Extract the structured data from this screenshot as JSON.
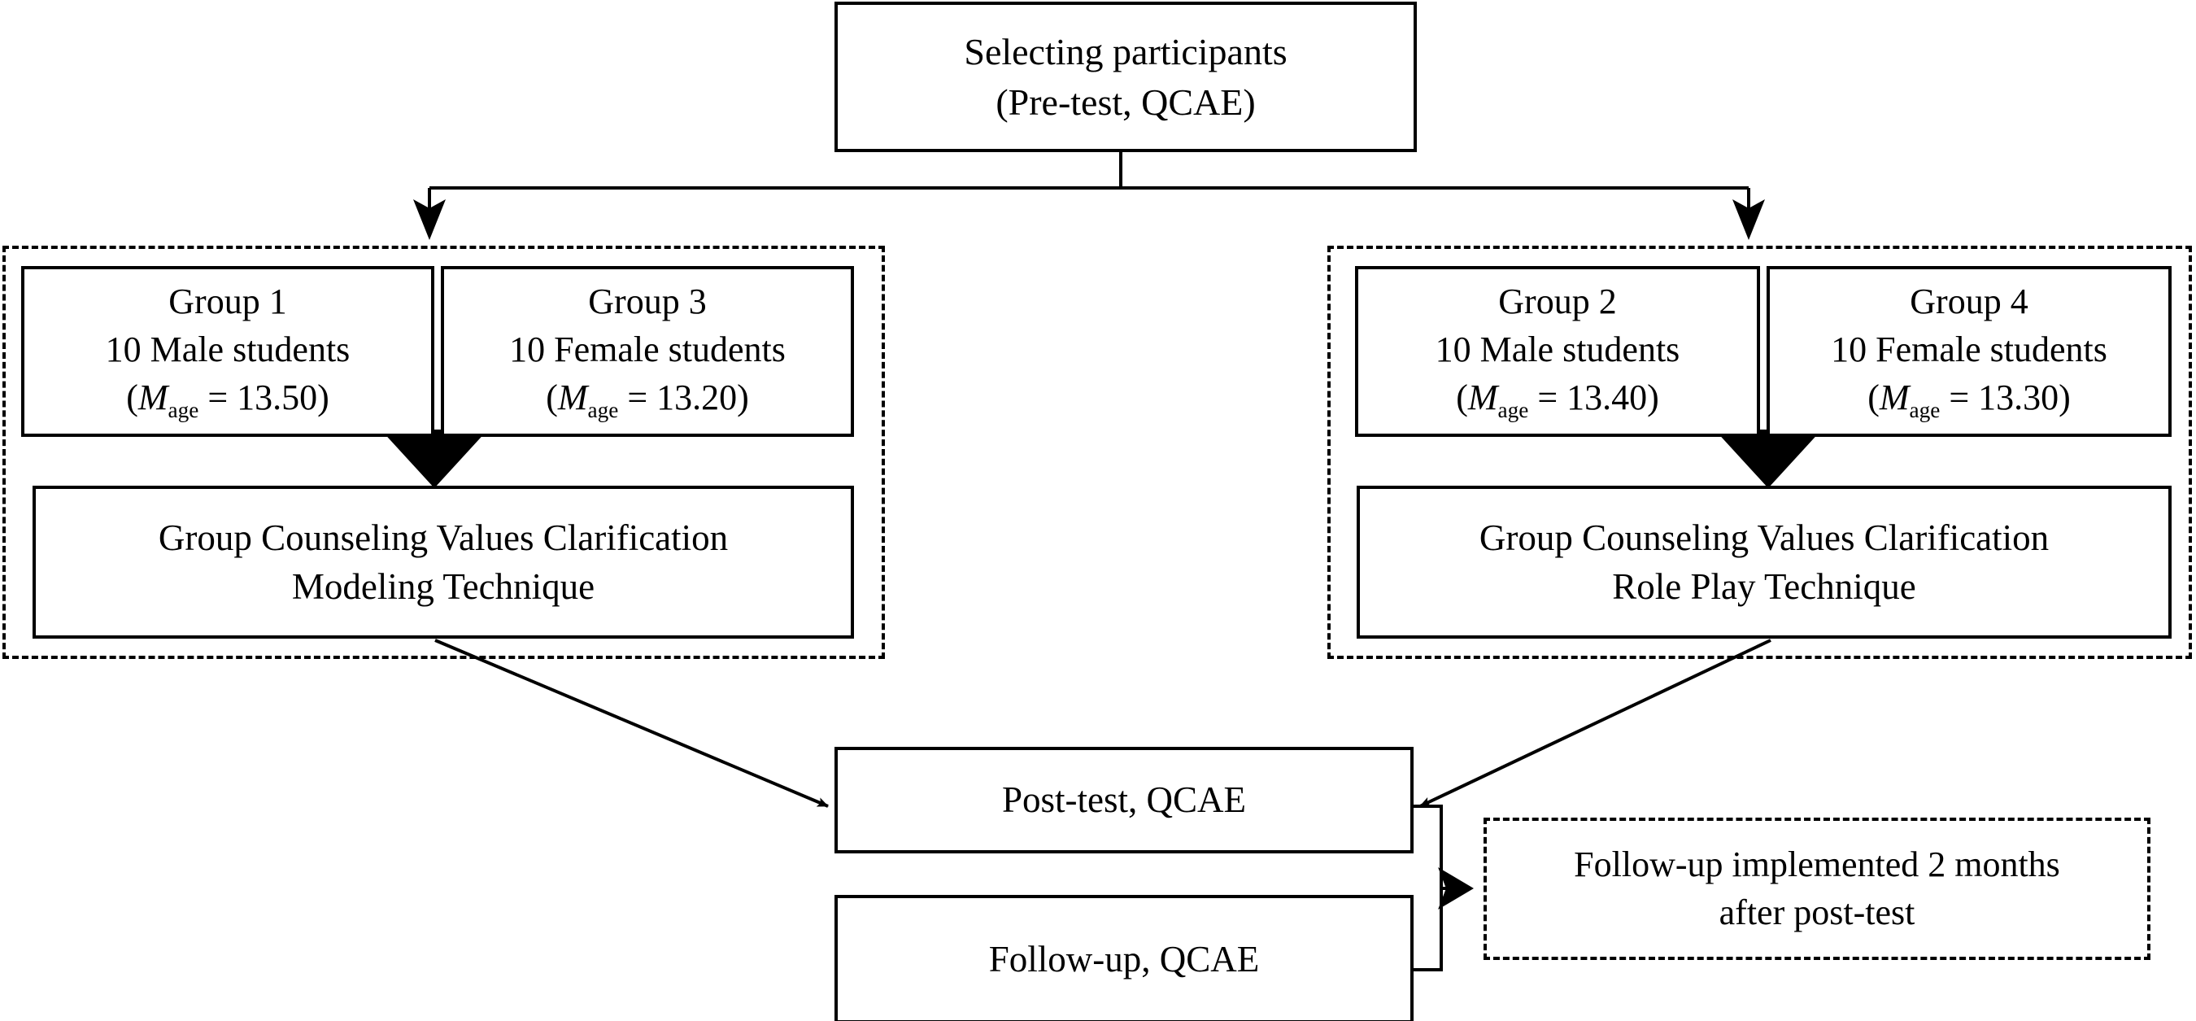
{
  "diagram": {
    "title_node": {
      "line1": "Selecting participants",
      "line2": "(Pre-test, QCAE)"
    },
    "left_arm": {
      "groups": [
        {
          "name": "Group 1",
          "composition": "10 Male students",
          "age_prefix": "(",
          "age_symbol": "M",
          "age_subscript": "age",
          "age_value": " = 13.50)"
        },
        {
          "name": "Group 3",
          "composition": "10 Female students",
          "age_prefix": "(",
          "age_symbol": "M",
          "age_subscript": "age",
          "age_value": " = 13.20)"
        }
      ],
      "intervention": {
        "line1": "Group Counseling Values Clarification",
        "line2": "Modeling Technique"
      }
    },
    "right_arm": {
      "groups": [
        {
          "name": "Group 2",
          "composition": "10 Male students",
          "age_prefix": "(",
          "age_symbol": "M",
          "age_subscript": "age",
          "age_value": " = 13.40)"
        },
        {
          "name": "Group 4",
          "composition": "10 Female students",
          "age_prefix": "(",
          "age_symbol": "M",
          "age_subscript": "age",
          "age_value": " = 13.30)"
        }
      ],
      "intervention": {
        "line1": "Group Counseling Values Clarification",
        "line2": "Role Play Technique"
      }
    },
    "outcomes": {
      "post_test": "Post-test, QCAE",
      "follow_up": "Follow-up, QCAE"
    },
    "note": {
      "line1": "Follow-up implemented 2 months",
      "line2": "after post-test"
    },
    "colors": {
      "stroke": "#000000",
      "fill": "#ffffff"
    }
  }
}
